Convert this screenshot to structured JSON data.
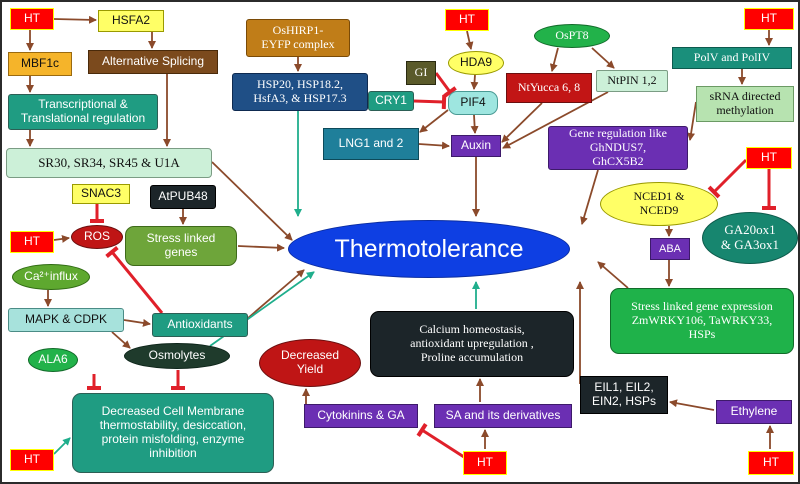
{
  "diagram": {
    "center": "Thermotolerance",
    "nodes": {
      "ht_top_left": "HT",
      "hsfa2": "HSFA2",
      "mbf1c": "MBF1c",
      "alt_splicing": "Alternative Splicing",
      "transcriptional": "Transcriptional &\nTranslational regulation",
      "sr30": "SR30, SR34, SR45 & U1A",
      "snac3": "SNAC3",
      "atpub48": "AtPUB48",
      "ht_ros": "HT",
      "ros": "ROS",
      "stress_linked_genes": "Stress linked\ngenes",
      "ca_influx": "Ca²⁺influx",
      "mapk": "MAPK & CDPK",
      "antioxidants": "Antioxidants",
      "osmolytes": "Osmolytes",
      "ala6": "ALA6",
      "membrane": "Decreased Cell Membrane\nthermostability, desiccation,\nprotein misfolding, enzyme\ninhibition",
      "ht_bottom_left": "HT",
      "oshirp1": "OsHIRP1-\nEYFP complex",
      "hsp20": "HSP20, HSP18.2,\nHsfA3, & HSP17.3",
      "ht_top_middle": "HT",
      "hda9": "HDA9",
      "gi": "GI",
      "cry1": "CRY1",
      "pif4": "PIF4",
      "lng1": "LNG1 and 2",
      "auxin": "Auxin",
      "ospt8": "OsPT8",
      "ntyucca": "NtYucca 6, 8",
      "ntpin": "NtPIN 1,2",
      "ht_top_right": "HT",
      "polv": "PolV and PolIV",
      "srna": "sRNA directed\nmethylation",
      "gene_regulation": "Gene regulation like\nGhNDUS7,\nGhCX5B2",
      "ht_right": "HT",
      "nced": "NCED1 &\nNCED9",
      "ga20ox": "GA20ox1\n& GA3ox1",
      "aba": "ABA",
      "stress_expression": "Stress linked gene expression\nZmWRKY106, TaWRKY33,\nHSPs",
      "calcium": "Calcium homeostasis,\nantioxidant upregulation ,\nProline accumulation",
      "decreased_yield": "Decreased\nYield",
      "cytokinins": "Cytokinins & GA",
      "sa": "SA and its derivatives",
      "ht_bottom_middle": "HT",
      "eil": "EIL1, EIL2,\nEIN2, HSPs",
      "ethylene": "Ethylene",
      "ht_bottom_right": "HT"
    }
  },
  "colors": {
    "ht_red": "#ff0000",
    "teal": "#1f9c82",
    "thermotolerance_blue": "#0e3fe3",
    "activation_arrow": "#8b4a2b",
    "promotion_arrow": "#1fae8c",
    "inhibition": "#e0202a"
  }
}
